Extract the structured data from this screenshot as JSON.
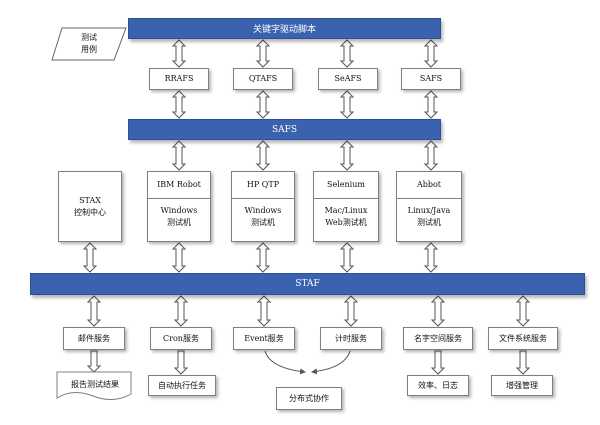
{
  "top_bar": "关键字驱动脚本",
  "test_case": "测试\n用例",
  "middle_bar": "SAFS",
  "staf_bar": "STAF",
  "adapters": [
    "RRAFS",
    "QTAFS",
    "SeAFS",
    "SAFS"
  ],
  "tools": [
    "IBM Robot",
    "HP QTP",
    "Selenium",
    "Abbot"
  ],
  "machines": [
    "Windows\n测试机",
    "Windows\n测试机",
    "Mac/Linux\nWeb测试机",
    "Linux/Java\n测试机"
  ],
  "stax": "STAX\n控制中心",
  "services": [
    "邮件服务",
    "Cron服务",
    "Event服务",
    "计时服务",
    "名字空间服务",
    "文件系统服务"
  ],
  "results": {
    "report": "报告测试结果",
    "auto_task": "自动执行任务",
    "distributed": "分布式协作",
    "efficiency": "效率、日志",
    "enhanced": "增强管理"
  }
}
